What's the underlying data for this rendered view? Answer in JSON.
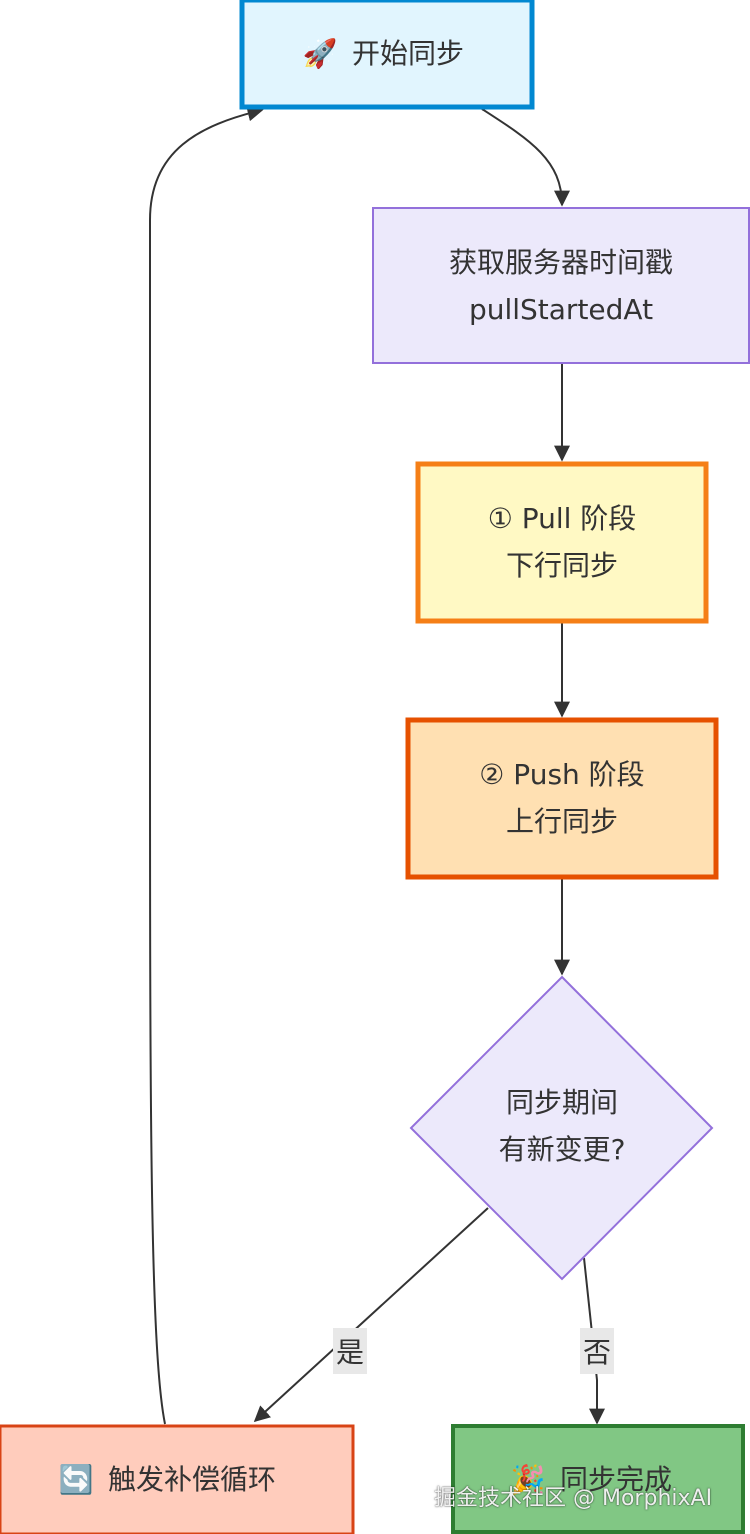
{
  "nodes": {
    "start": {
      "icon": "rocket-icon",
      "text": "开始同步",
      "fill": "#e1f5fe",
      "stroke": "#0288d1"
    },
    "timestamp": {
      "line1": "获取服务器时间戳",
      "line2": "pullStartedAt",
      "fill": "#ece9fb",
      "stroke": "#9370db"
    },
    "pull": {
      "line1": "① Pull 阶段",
      "line2": "下行同步",
      "fill": "#fff9c4",
      "stroke": "#f57f17"
    },
    "push": {
      "line1": "② Push 阶段",
      "line2": "上行同步",
      "fill": "#ffe0b2",
      "stroke": "#e65100"
    },
    "decision": {
      "line1": "同步期间",
      "line2": "有新变更?",
      "fill": "#ece9fb",
      "stroke": "#9370db"
    },
    "compensate": {
      "icon": "repeat-icon",
      "text": "触发补偿循环",
      "fill": "#ffccbc",
      "stroke": "#d84315"
    },
    "done": {
      "icon": "party-popper-icon",
      "text": "同步完成",
      "fill": "#81c784",
      "stroke": "#2e7d32"
    }
  },
  "edges": {
    "yes_label": "是",
    "no_label": "否"
  },
  "watermark": "掘金技术社区 @ MorphixAI"
}
